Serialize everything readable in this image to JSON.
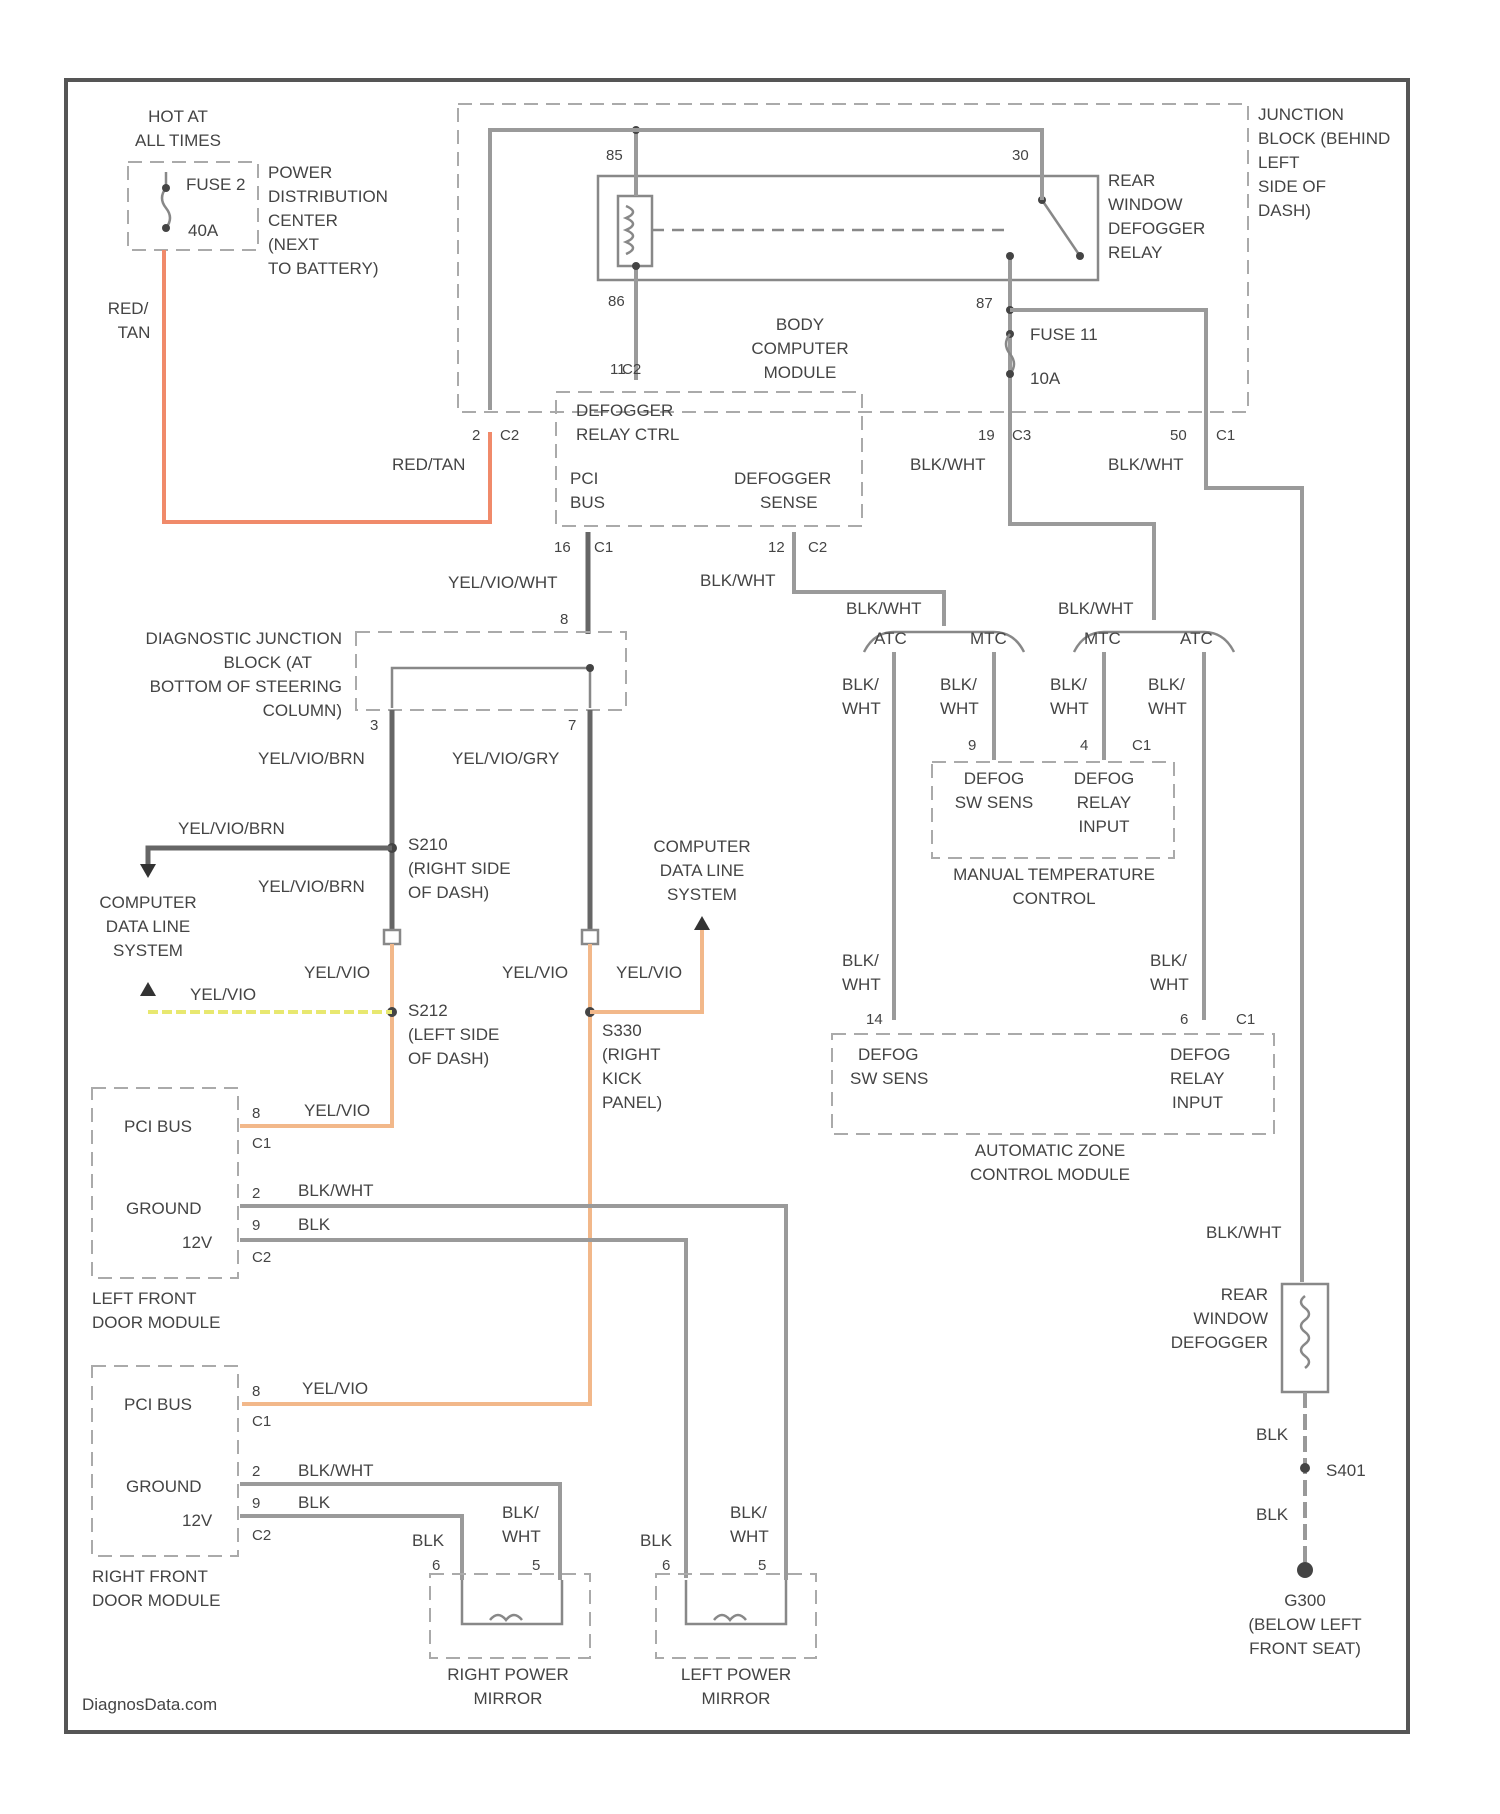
{
  "hot_at_all_times": [
    "HOT AT",
    "ALL TIMES"
  ],
  "pdc": {
    "fuse": "FUSE 2",
    "rating": "40A",
    "label": [
      "POWER",
      "DISTRIBUTION",
      "CENTER",
      "(NEXT",
      "TO BATTERY)"
    ]
  },
  "junction_block": [
    "JUNCTION",
    "BLOCK (BEHIND",
    "LEFT",
    "SIDE OF",
    "DASH)"
  ],
  "relay": {
    "label": [
      "REAR",
      "WINDOW",
      "DEFOGGER",
      "RELAY"
    ],
    "pins": {
      "p85": "85",
      "p30": "30",
      "p86": "86",
      "p87": "87"
    }
  },
  "fuse11": {
    "name": "FUSE 11",
    "rating": "10A"
  },
  "bcm": {
    "title": [
      "BODY",
      "COMPUTER",
      "MODULE"
    ],
    "relay_ctrl": [
      "DEFOGGER",
      "RELAY CTRL"
    ],
    "pci_bus": [
      "PCI",
      "BUS"
    ],
    "sense": [
      "DEFOGGER",
      "SENSE"
    ],
    "pin_c2": "C2",
    "pin_11": "11",
    "pin_2": "2",
    "pin_19": "19",
    "pin_c3": "C3",
    "pin_50": "50",
    "pin_c1a": "C1",
    "pin_16": "16",
    "pin_c1b": "C1",
    "pin_12": "12",
    "pin_c2b": "C2"
  },
  "wires": {
    "red_tan": [
      "RED/",
      "TAN"
    ],
    "red_tan2": "RED/TAN",
    "blk_wht_a": "BLK/WHT",
    "blk_wht_b": "BLK/WHT",
    "yel_vio_wht": "YEL/VIO/WHT",
    "blk_wht_c": "BLK/WHT",
    "blk_wht_d": "BLK/WHT",
    "blk_wht_e": "BLK/WHT",
    "yel_vio_brn_a": "YEL/VIO/BRN",
    "yel_vio_gry": "YEL/VIO/GRY",
    "yel_vio_brn_b": "YEL/VIO/BRN",
    "yel_vio_brn_c": "YEL/VIO/BRN",
    "yel_vio_a": "YEL/VIO",
    "yel_vio_b": "YEL/VIO",
    "yel_vio_c": "YEL/VIO",
    "yel_vio_d": "YEL/VIO",
    "yel_vio_e": "YEL/VIO",
    "yel_vio_f": "YEL/VIO",
    "blk_wht_f": "BLK/WHT",
    "blk_a": "BLK",
    "blk_wht_g": "BLK/WHT",
    "blk_b": "BLK",
    "blk_c": "BLK",
    "blk_d": "BLK",
    "blk_wht_h": "BLK/WHT",
    "blk_e": "BLK",
    "blk_f": "BLK",
    "blk_wht_i": "BLK/WHT"
  },
  "atc": {
    "a": "ATC",
    "b": "MTC",
    "c": "MTC",
    "d": "ATC"
  },
  "blkwht_split": [
    "BLK/",
    "WHT"
  ],
  "djb": {
    "label": [
      "DIAGNOSTIC JUNCTION",
      "BLOCK (AT",
      "BOTTOM OF STEERING",
      "COLUMN)"
    ],
    "pin_8": "8",
    "pin_3": "3",
    "pin_7": "7"
  },
  "splices": {
    "s210": [
      "S210",
      "(RIGHT SIDE",
      "OF DASH)"
    ],
    "s212": [
      "S212",
      "(LEFT SIDE",
      "OF DASH)"
    ],
    "s330": [
      "S330",
      "(RIGHT",
      "KICK",
      "PANEL)"
    ],
    "s401": "S401"
  },
  "cdl_left": [
    "COMPUTER",
    "DATA LINE",
    "SYSTEM"
  ],
  "cdl_right": [
    "COMPUTER",
    "DATA LINE",
    "SYSTEM"
  ],
  "mtc": {
    "sw_sens": [
      "DEFOG",
      "SW SENS"
    ],
    "relay_input": [
      "DEFOG",
      "RELAY",
      "INPUT"
    ],
    "pin_9": "9",
    "pin_4": "4",
    "pin_c1": "C1",
    "title": [
      "MANUAL TEMPERATURE",
      "CONTROL"
    ]
  },
  "azc": {
    "sw_sens": [
      "DEFOG",
      "SW SENS"
    ],
    "relay_input": [
      "DEFOG",
      "RELAY",
      "INPUT"
    ],
    "pin_14": "14",
    "pin_6": "6",
    "pin_c1": "C1",
    "title": [
      "AUTOMATIC ZONE",
      "CONTROL MODULE"
    ]
  },
  "lfdm": {
    "pci": "PCI BUS",
    "ground": "GROUND",
    "v12": "12V",
    "pin_8": "8",
    "pin_c1": "C1",
    "pin_2": "2",
    "pin_9": "9",
    "pin_c2": "C2",
    "title": [
      "LEFT FRONT",
      "DOOR MODULE"
    ]
  },
  "rfdm": {
    "pci": "PCI BUS",
    "ground": "GROUND",
    "v12": "12V",
    "pin_8": "8",
    "pin_c1": "C1",
    "pin_2": "2",
    "pin_9": "9",
    "pin_c2": "C2",
    "title": [
      "RIGHT FRONT",
      "DOOR MODULE"
    ]
  },
  "rpm": {
    "title": [
      "RIGHT POWER",
      "MIRROR"
    ],
    "pin_6": "6",
    "pin_5": "5"
  },
  "lpm": {
    "title": [
      "LEFT POWER",
      "MIRROR"
    ],
    "pin_6": "6",
    "pin_5": "5"
  },
  "rwd": [
    "REAR",
    "WINDOW",
    "DEFOGGER"
  ],
  "g300": [
    "G300",
    "(BELOW LEFT",
    "FRONT SEAT)"
  ],
  "watermark": "DiagnosData.com"
}
